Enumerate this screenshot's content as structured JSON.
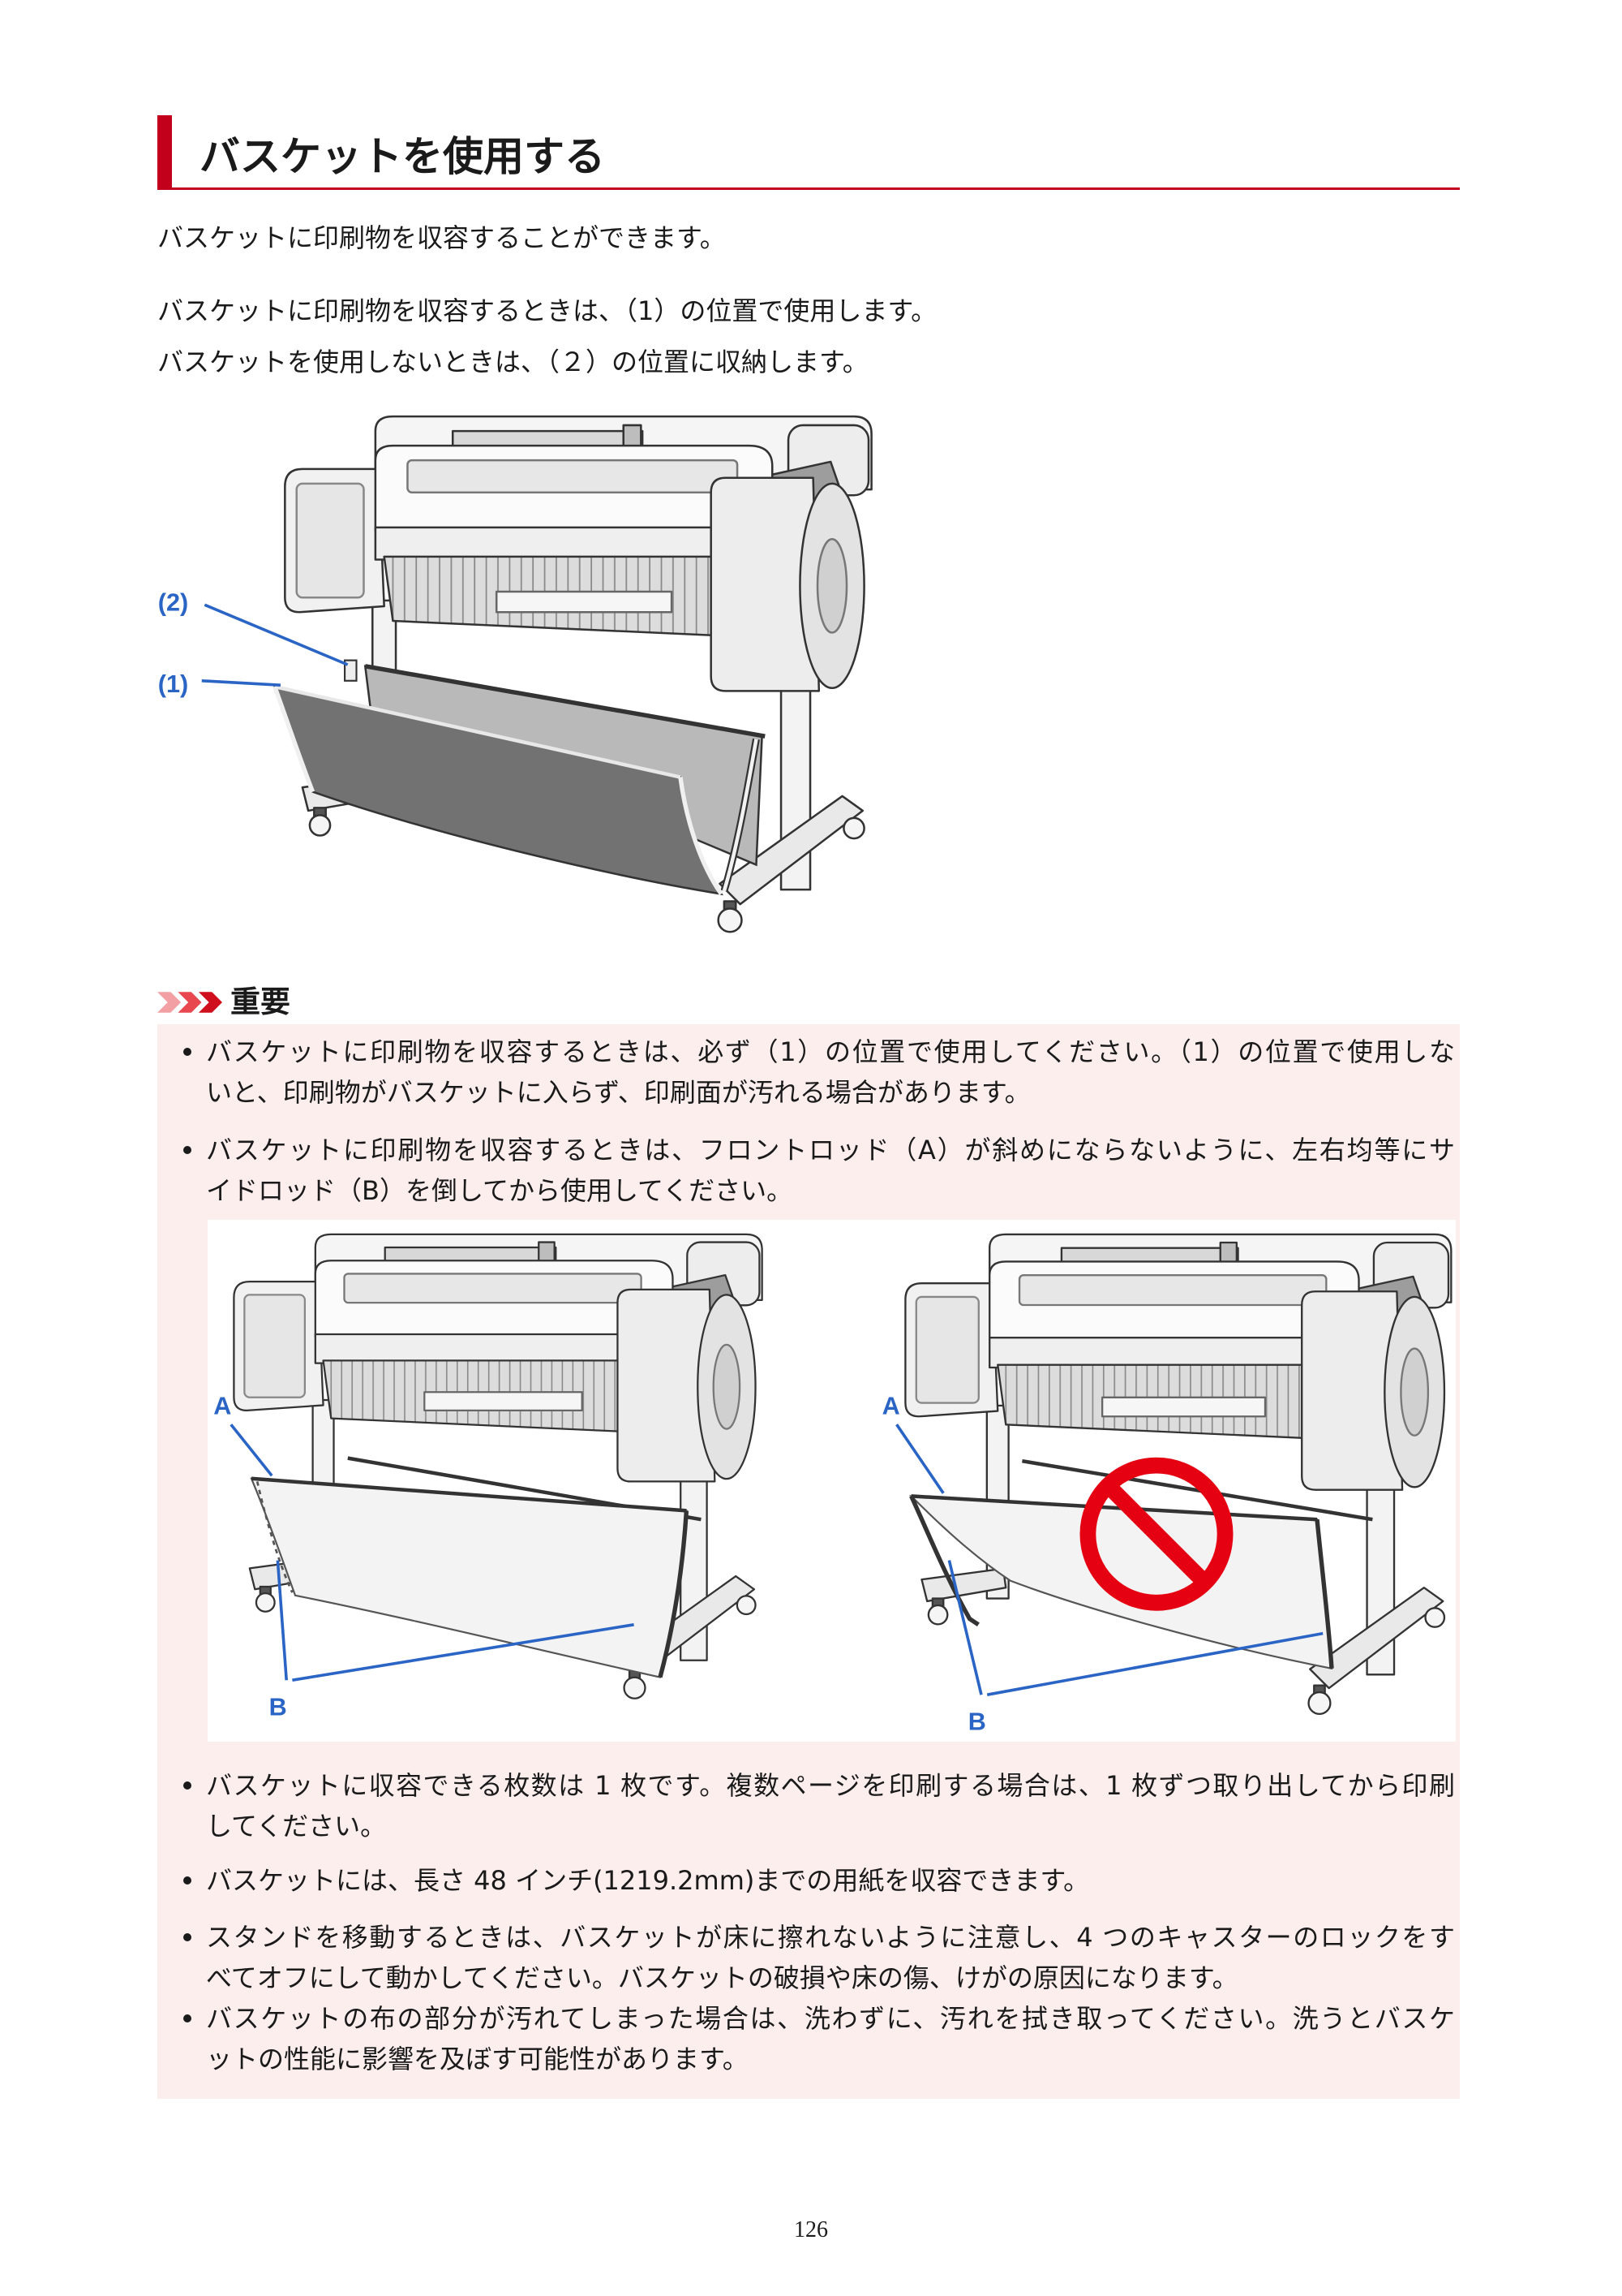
{
  "colors": {
    "accent": "#c2001b",
    "note_background": "#fdeeee",
    "label_blue": "#2a64c5",
    "prohibition_red": "#e50012",
    "text": "#1a1a1a"
  },
  "title": "バスケットを使用する",
  "intro": [
    "バスケットに印刷物を収容することができます。",
    "バスケットに印刷物を収容するときは、（1）の位置で使用します。",
    "バスケットを使用しないときは、（２）の位置に収納します。"
  ],
  "figure_basket_positions": {
    "label_position_2": "(2)",
    "label_position_1": "(1)"
  },
  "important": {
    "icon": "triple-chevron-icon",
    "heading": "重要",
    "bullets": [
      {
        "lines": [
          "バスケットに印刷物を収容するときは、必ず（1）の位置で使用してください。（1）の位置で使用しな",
          "いと、印刷物がバスケットに入らず、印刷面が汚れる場合があります。"
        ]
      },
      {
        "lines": [
          "バスケットに印刷物を収容するときは、フロントロッド（A）が斜めにならないように、左右均等にサ",
          "イドロッド（B）を倒してから使用してください。"
        ]
      },
      {
        "lines": [
          "バスケットに収容できる枚数は 1 枚です。複数ページを印刷する場合は、1 枚ずつ取り出してから印刷",
          "してください。"
        ]
      },
      {
        "lines": [
          "バスケットには、長さ 48 インチ(1219.2mm)までの用紙を収容できます。"
        ]
      },
      {
        "lines": [
          "スタンドを移動するときは、バスケットが床に擦れないように注意し、4 つのキャスターのロックをす",
          "べてオフにして動かしてください。バスケットの破損や床の傷、けがの原因になります。"
        ]
      },
      {
        "lines": [
          "バスケットの布の部分が汚れてしまった場合は、洗わずに、汚れを拭き取ってください。洗うとバスケ",
          "ットの性能に影響を及ぼす可能性があります。"
        ]
      }
    ],
    "figure_rod_positions": {
      "correct": {
        "label_front_rod": "A",
        "label_side_rods": "B"
      },
      "incorrect": {
        "label_front_rod": "A",
        "label_side_rods": "B",
        "icon": "prohibition-icon"
      }
    }
  },
  "page_number": "126"
}
